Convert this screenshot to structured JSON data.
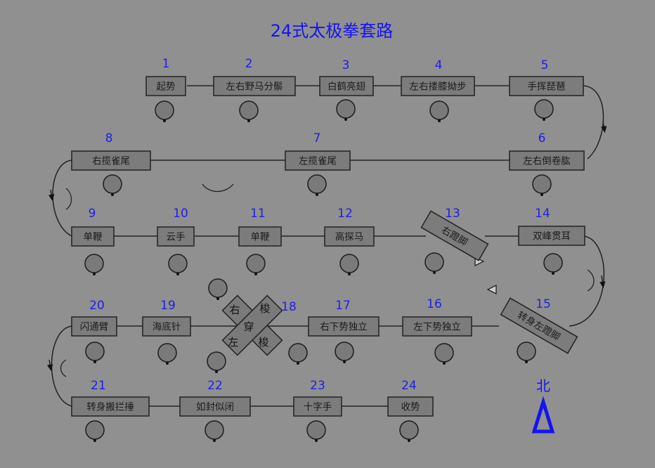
{
  "title": "24式太极拳套路",
  "north": "北",
  "cross": [
    "右",
    "梭",
    "穿",
    "左",
    "梭"
  ],
  "steps": [
    {
      "num": "1",
      "label": "起势"
    },
    {
      "num": "2",
      "label": "左右野马分鬃"
    },
    {
      "num": "3",
      "label": "白鹤亮翅"
    },
    {
      "num": "4",
      "label": "左右搂膝拗步"
    },
    {
      "num": "5",
      "label": "手挥琵琶"
    },
    {
      "num": "6",
      "label": "左右倒卷肱"
    },
    {
      "num": "7",
      "label": "左揽雀尾"
    },
    {
      "num": "8",
      "label": "右揽雀尾"
    },
    {
      "num": "9",
      "label": "单鞭"
    },
    {
      "num": "10",
      "label": "云手"
    },
    {
      "num": "11",
      "label": "单鞭"
    },
    {
      "num": "12",
      "label": "高探马"
    },
    {
      "num": "13",
      "label": "右蹬脚"
    },
    {
      "num": "14",
      "label": "双峰贯耳"
    },
    {
      "num": "15",
      "label": "转身左蹬脚"
    },
    {
      "num": "16",
      "label": "左下势独立"
    },
    {
      "num": "17",
      "label": "右下势独立"
    },
    {
      "num": "18",
      "label": ""
    },
    {
      "num": "19",
      "label": "海底针"
    },
    {
      "num": "20",
      "label": "闪通臂"
    },
    {
      "num": "21",
      "label": "转身搬拦捶"
    },
    {
      "num": "22",
      "label": "如封似闭"
    },
    {
      "num": "23",
      "label": "十字手"
    },
    {
      "num": "24",
      "label": "收势"
    }
  ]
}
